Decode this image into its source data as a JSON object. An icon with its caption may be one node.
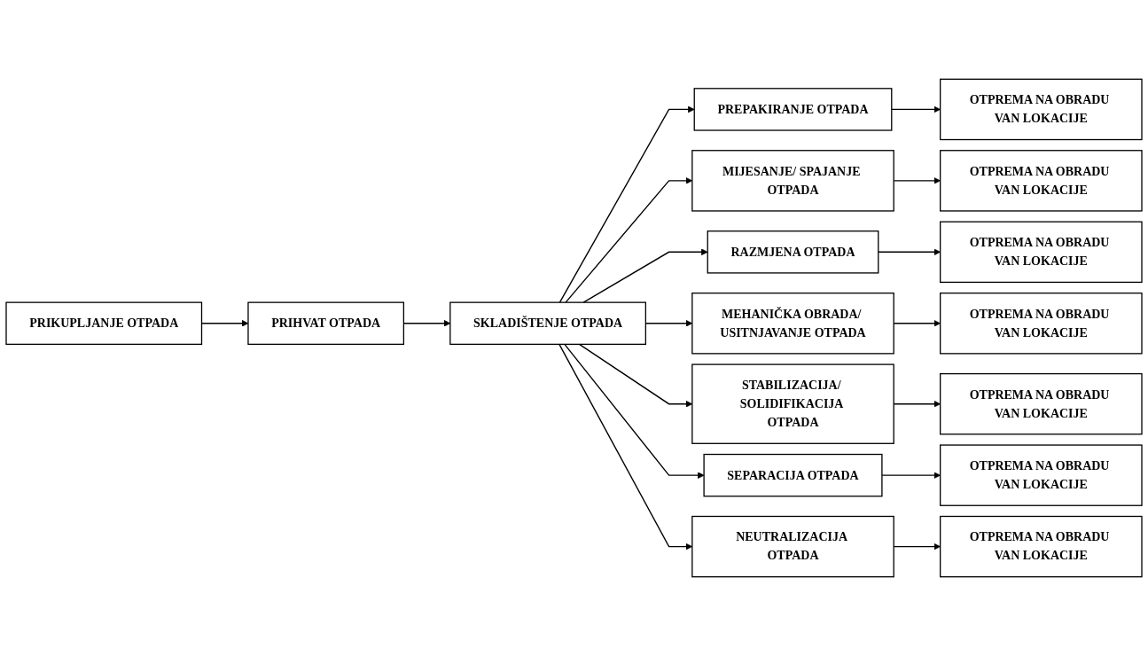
{
  "diagram": {
    "nodes": [
      {
        "text": [
          "PRIKUPLJANJE OTPADA"
        ]
      },
      {
        "text": [
          "PRIHVAT OTPADA"
        ]
      },
      {
        "text": [
          "SKLADIŠTENJE OTPADA"
        ]
      },
      {
        "text": [
          "PREPAKIRANJE OTPADA"
        ]
      },
      {
        "text": [
          "OTPREMA NA OBRADU VAN LOKACIJE"
        ]
      },
      {
        "text": [
          "MIJESANJE/ SPAJANJE OTPADA"
        ]
      },
      {
        "text": [
          "OTPREMA NA OBRADU VAN LOKACIJE"
        ]
      },
      {
        "text": [
          "RAZMJENA OTPADA"
        ]
      },
      {
        "text": [
          "OTPREMA NA OBRADU VAN LOKACIJE"
        ]
      },
      {
        "text": [
          "MEHANIČKA OBRADA/ USITNJAVANJE OTPADA"
        ]
      },
      {
        "text": [
          "OTPREMA NA OBRADU VAN LOKACIJE"
        ]
      },
      {
        "text": [
          "STABILIZACIJA/ SOLIDIFIKACIJA OTPADA"
        ]
      },
      {
        "text": [
          "OTPREMA NA OBRADU VAN LOKACIJE"
        ]
      },
      {
        "text": [
          "SEPARACIJA OTPADA"
        ]
      },
      {
        "text": [
          "OTPREMA NA OBRADU VAN LOKACIJE"
        ]
      },
      {
        "text": [
          "NEUTRALIZACIJA OTPADA"
        ]
      },
      {
        "text": [
          "OTPREMA NA OBRADU VAN LOKACIJE"
        ]
      }
    ],
    "edges": [
      {
        "from": 0,
        "to": 1,
        "arrow": "to"
      },
      {
        "from": 1,
        "to": 2,
        "arrow": "to"
      },
      {
        "from": 2,
        "to": 3,
        "arrow": "to"
      },
      {
        "from": 2,
        "to": 5,
        "arrow": "to"
      },
      {
        "from": 2,
        "to": 7,
        "arrow": "to"
      },
      {
        "from": 2,
        "to": 9,
        "arrow": "to"
      },
      {
        "from": 2,
        "to": 11,
        "arrow": "to"
      },
      {
        "from": 2,
        "to": 13,
        "arrow": "to"
      },
      {
        "from": 2,
        "to": 15,
        "arrow": "to"
      },
      {
        "from": 3,
        "to": 4,
        "arrow": "to"
      },
      {
        "from": 5,
        "to": 6,
        "arrow": "to"
      },
      {
        "from": 7,
        "to": 8,
        "arrow": "to"
      },
      {
        "from": 9,
        "to": 10,
        "arrow": "to"
      },
      {
        "from": 11,
        "to": 12,
        "arrow": "to"
      },
      {
        "from": 13,
        "to": 14,
        "arrow": "to"
      },
      {
        "from": 15,
        "to": 16,
        "arrow": "to"
      }
    ]
  }
}
